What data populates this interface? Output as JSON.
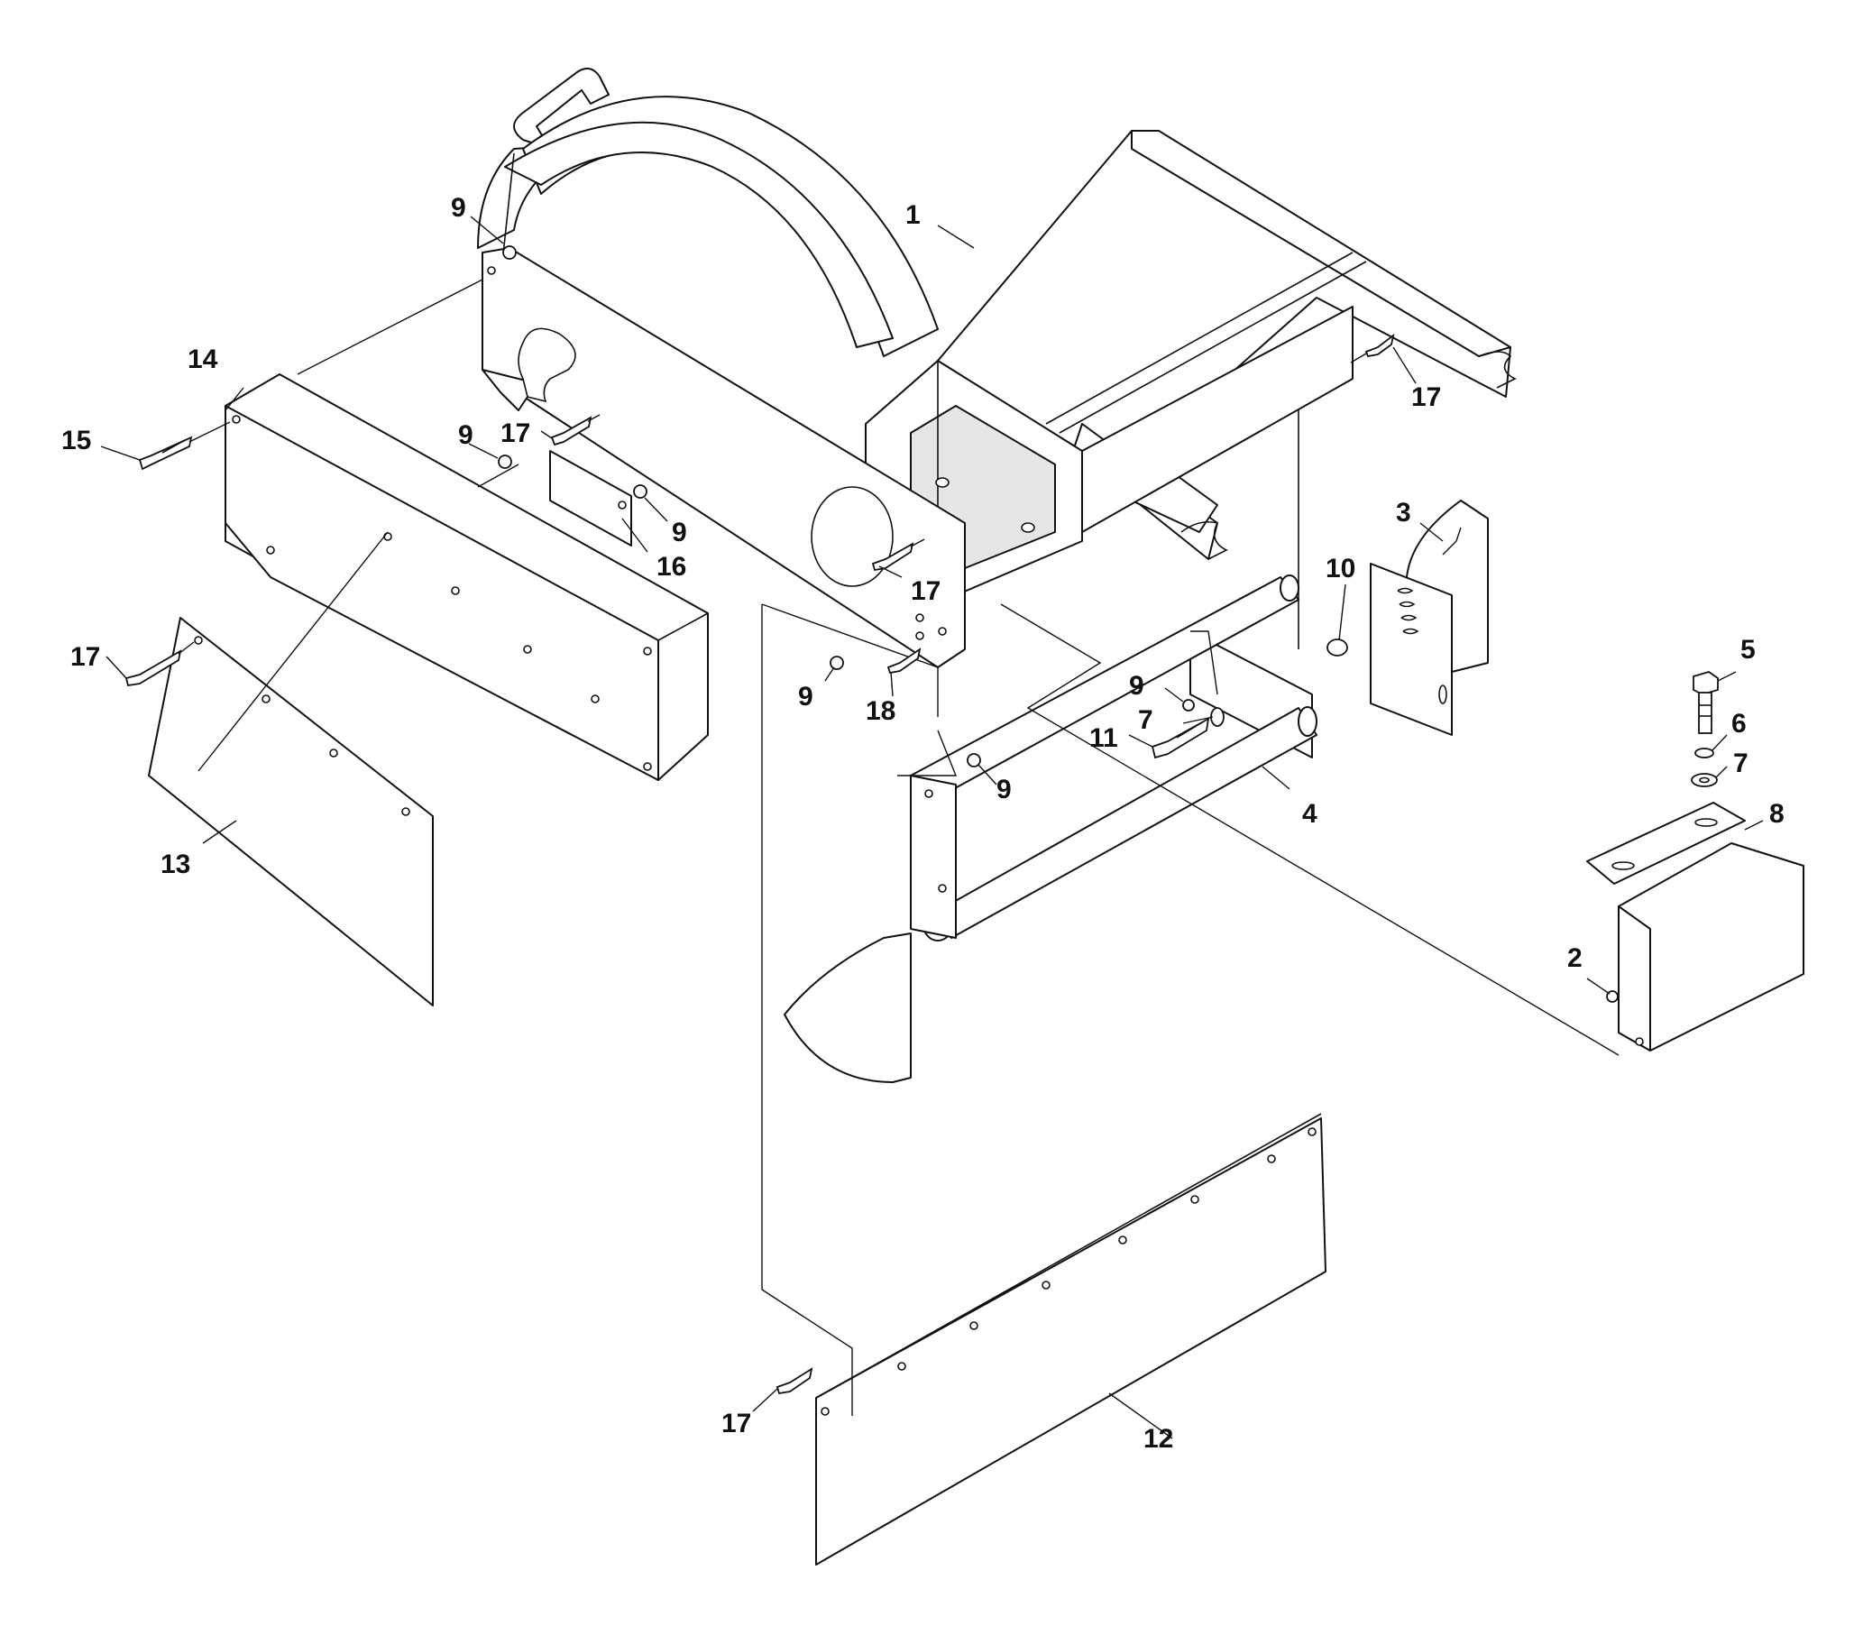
{
  "diagram": {
    "type": "exploded-parts-view",
    "callouts": [
      {
        "id": "c1",
        "label": "1"
      },
      {
        "id": "c2",
        "label": "2"
      },
      {
        "id": "c3",
        "label": "3"
      },
      {
        "id": "c4",
        "label": "4"
      },
      {
        "id": "c5",
        "label": "5"
      },
      {
        "id": "c6",
        "label": "6"
      },
      {
        "id": "c7a",
        "label": "7"
      },
      {
        "id": "c7b",
        "label": "7"
      },
      {
        "id": "c8",
        "label": "8"
      },
      {
        "id": "c9a",
        "label": "9"
      },
      {
        "id": "c9b",
        "label": "9"
      },
      {
        "id": "c9c",
        "label": "9"
      },
      {
        "id": "c9d",
        "label": "9"
      },
      {
        "id": "c9e",
        "label": "9"
      },
      {
        "id": "c9f",
        "label": "9"
      },
      {
        "id": "c10",
        "label": "10"
      },
      {
        "id": "c11",
        "label": "11"
      },
      {
        "id": "c12",
        "label": "12"
      },
      {
        "id": "c13",
        "label": "13"
      },
      {
        "id": "c14",
        "label": "14"
      },
      {
        "id": "c15",
        "label": "15"
      },
      {
        "id": "c16",
        "label": "16"
      },
      {
        "id": "c17a",
        "label": "17"
      },
      {
        "id": "c17b",
        "label": "17"
      },
      {
        "id": "c17c",
        "label": "17"
      },
      {
        "id": "c17d",
        "label": "17"
      },
      {
        "id": "c17e",
        "label": "17"
      },
      {
        "id": "c18",
        "label": "18"
      }
    ]
  }
}
